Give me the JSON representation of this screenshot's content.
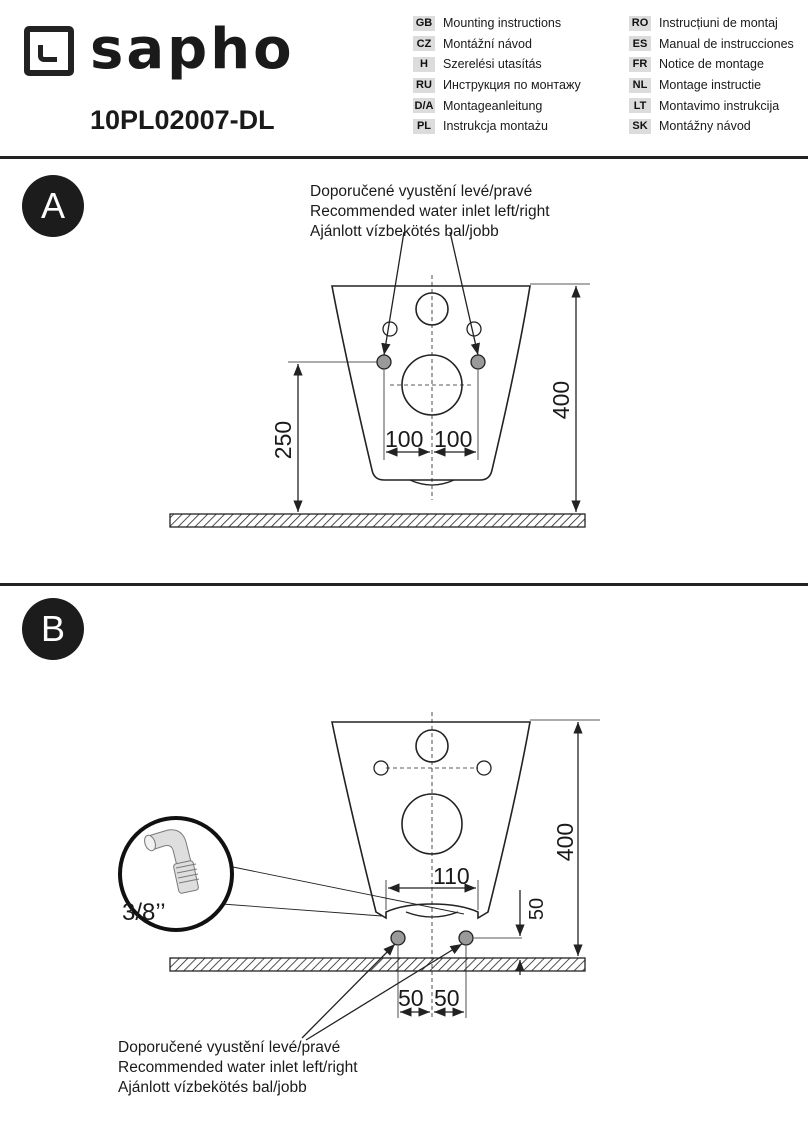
{
  "brand": {
    "name": "sapho",
    "model": "10PL02007-DL"
  },
  "languages_left": [
    {
      "code": "GB",
      "text": "Mounting instructions"
    },
    {
      "code": "CZ",
      "text": "Montážní návod"
    },
    {
      "code": "H",
      "text": "Szerelési utasítás"
    },
    {
      "code": "RU",
      "text": "Инструкция по монтажу"
    },
    {
      "code": "D/A",
      "text": "Montageanleitung"
    },
    {
      "code": "PL",
      "text": "Instrukcja montażu"
    }
  ],
  "languages_right": [
    {
      "code": "RO",
      "text": "Instrucțiuni de montaj"
    },
    {
      "code": "ES",
      "text": "Manual de instrucciones"
    },
    {
      "code": "FR",
      "text": "Notice de montage"
    },
    {
      "code": "NL",
      "text": "Montage instructie"
    },
    {
      "code": "LT",
      "text": "Montavimo instrukcija"
    },
    {
      "code": "SK",
      "text": "Montážny návod"
    }
  ],
  "section_a": {
    "label": "A",
    "note": [
      "Doporučené vyustění levé/pravé",
      "Recommended water inlet left/right",
      "Ajánlott vízbekötés bal/jobb"
    ],
    "dims": {
      "height_total": "400",
      "height_inlet": "250",
      "offset_left": "100",
      "offset_right": "100"
    }
  },
  "section_b": {
    "label": "B",
    "note": [
      "Doporučené vyustění levé/pravé",
      "Recommended water inlet left/right",
      "Ajánlott vízbekötés bal/jobb"
    ],
    "dims": {
      "height_total": "400",
      "width_feet": "110",
      "height_small": "50",
      "offset_left": "50",
      "offset_right": "50"
    },
    "fitting_size": "3/8’’"
  },
  "colors": {
    "ink": "#1a1a1a",
    "badge": "#1c1c1c",
    "inlet_fill": "#9a9a9a",
    "code_bg": "#dcdcdc"
  }
}
